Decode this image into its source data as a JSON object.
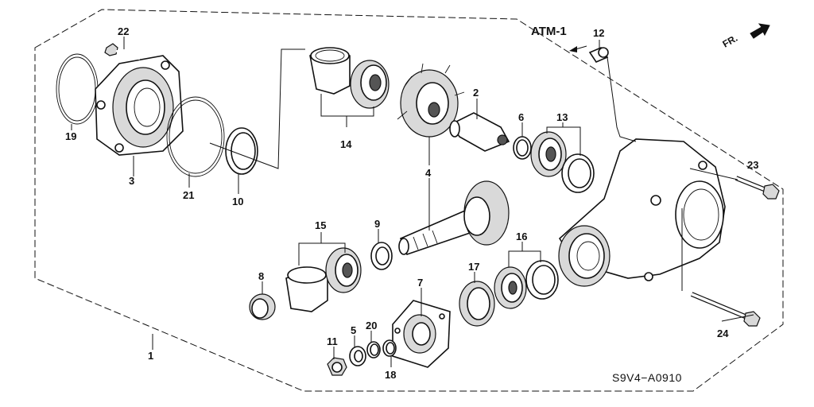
{
  "diagram": {
    "title": "ATM-1",
    "direction_label": "FR.",
    "code": "S9V4−A0910",
    "callouts": {
      "c1": "1",
      "c2": "2",
      "c3": "3",
      "c4": "4",
      "c5": "5",
      "c6": "6",
      "c7": "7",
      "c8": "8",
      "c9": "9",
      "c10": "10",
      "c11": "11",
      "c12": "12",
      "c13": "13",
      "c14": "14",
      "c15": "15",
      "c16": "16",
      "c17": "17",
      "c18": "18",
      "c19": "19",
      "c20": "20",
      "c21": "21",
      "c22": "22",
      "c23": "23",
      "c24": "24"
    }
  }
}
